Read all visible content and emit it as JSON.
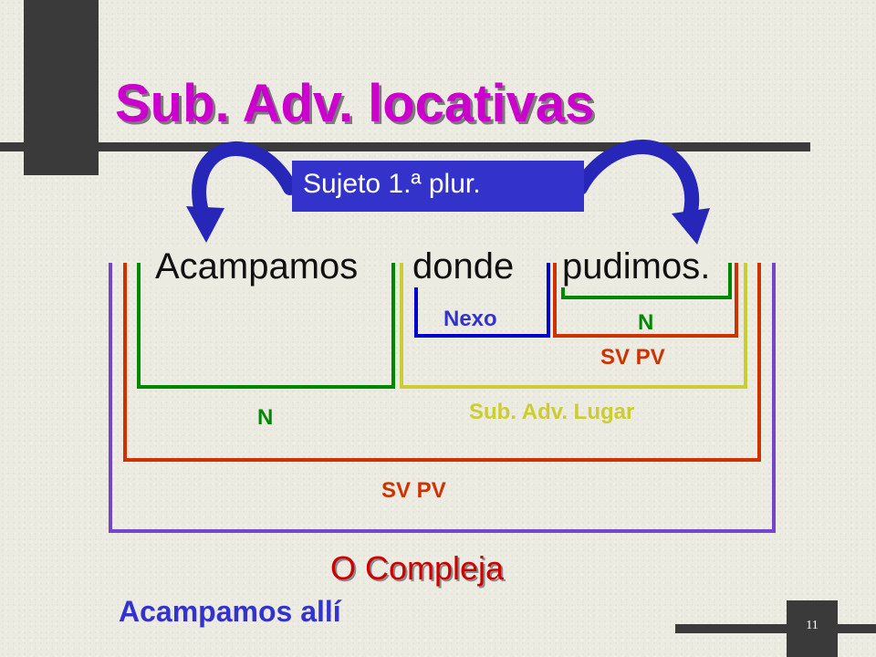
{
  "title": "Sub. Adv. locativas",
  "subject_note": "Sujeto 1.ª plur.",
  "sentence": {
    "word1": "Acampamos",
    "word2": "donde",
    "word3": "pudimos."
  },
  "labels": {
    "nexo": "Nexo",
    "n_inner": "N",
    "sv_pv_inner": "SV PV",
    "sub_adv_lugar": "Sub. Adv. Lugar",
    "n_main": "N",
    "sv_pv_main": "SV PV"
  },
  "result": "O Compleja",
  "example": "Acampamos allí",
  "slide_number": "11",
  "colors": {
    "title": "#cc00cc",
    "purple": "#7744cc",
    "orange": "#cc3300",
    "green": "#008800",
    "yellow": "#cccc33",
    "blue": "#0000cc",
    "red_label": "#cc0000"
  }
}
